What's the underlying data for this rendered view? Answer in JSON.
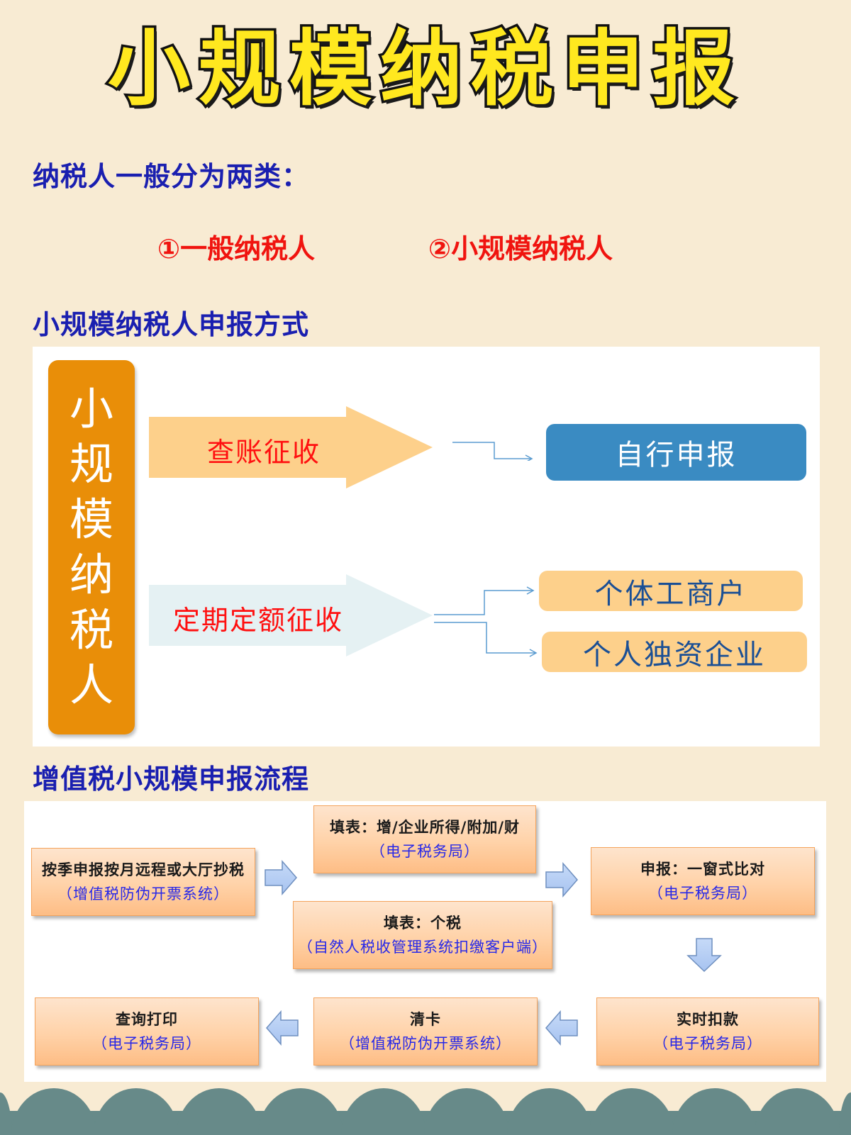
{
  "title": "小规模纳税申报",
  "intro": {
    "heading": "纳税人一般分为两类：",
    "types": [
      "①一般纳税人",
      "②小规模纳税人"
    ]
  },
  "declaration_methods": {
    "heading": "小规模纳税人申报方式",
    "subject_chars": [
      "小",
      "规",
      "模",
      "纳",
      "税",
      "人"
    ],
    "methods": [
      {
        "label": "查账征收",
        "results": [
          "自行申报"
        ]
      },
      {
        "label": "定期定额征收",
        "results": [
          "个体工商户",
          "个人独资企业"
        ]
      }
    ]
  },
  "vat_process": {
    "heading": "增值税小规模申报流程",
    "steps": [
      {
        "title": "按季申报按月远程或大厅抄税",
        "system": "（增值税防伪开票系统）"
      },
      {
        "title": "填表：增/企业所得/附加/财",
        "system": "（电子税务局）"
      },
      {
        "title": "填表：个税",
        "system": "（自然人税收管理系统扣缴客户端）"
      },
      {
        "title": "申报：一窗式比对",
        "system": "（电子税务局）"
      },
      {
        "title": "实时扣款",
        "system": "（电子税务局）"
      },
      {
        "title": "清卡",
        "system": "（增值税防伪开票系统）"
      },
      {
        "title": "查询打印",
        "system": "（电子税务局）"
      }
    ]
  },
  "colors": {
    "background": "#f8ebd3",
    "title_fill": "#ffe81f",
    "heading_blue": "#1a1fb0",
    "type_red": "#f0140f",
    "subject_orange": "#e98e08",
    "arrow_orange": "#fdd08b",
    "arrow_light_blue": "#e5f1f3",
    "result_blue": "#3a8bc2",
    "result_orange": "#fdd08b",
    "connector_blue": "#5a9bd0",
    "scallop_teal": "#678a89"
  }
}
